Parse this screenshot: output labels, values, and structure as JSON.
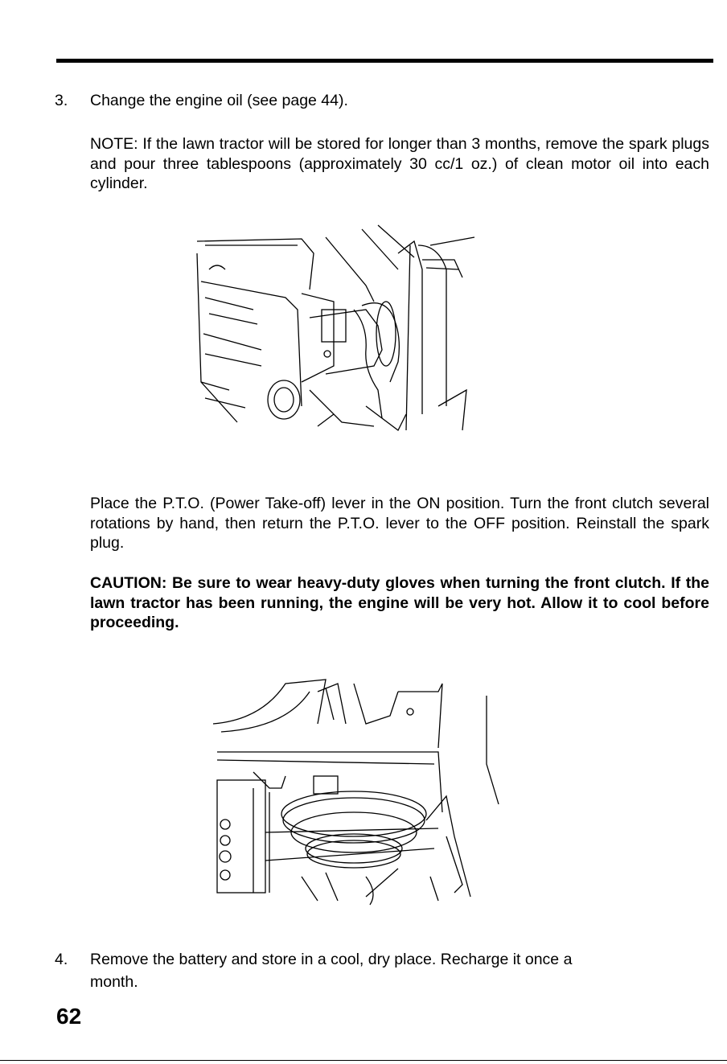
{
  "step3": {
    "number": "3.",
    "text": "Change the engine oil (see page 44)."
  },
  "note": "NOTE: If the lawn tractor will be stored for longer than 3 months, remove the spark plugs and pour three tablespoons (approximately 30 cc/1 oz.) of clean motor oil into each cylinder.",
  "pto_instruction": "Place the P.T.O. (Power Take-off) lever in the ON position. Turn the front clutch several rotations by hand, then return the P.T.O. lever to the OFF position. Reinstall the spark plug.",
  "caution": "CAUTION: Be sure to wear heavy-duty gloves when turning the front clutch. If the lawn tractor has been running, the engine will be very hot. Allow it to cool before proceeding.",
  "step4": {
    "number": "4.",
    "text_line1": "Remove the battery and store in a cool, dry place. Recharge it once a",
    "text_line2": "month."
  },
  "page_number": "62"
}
